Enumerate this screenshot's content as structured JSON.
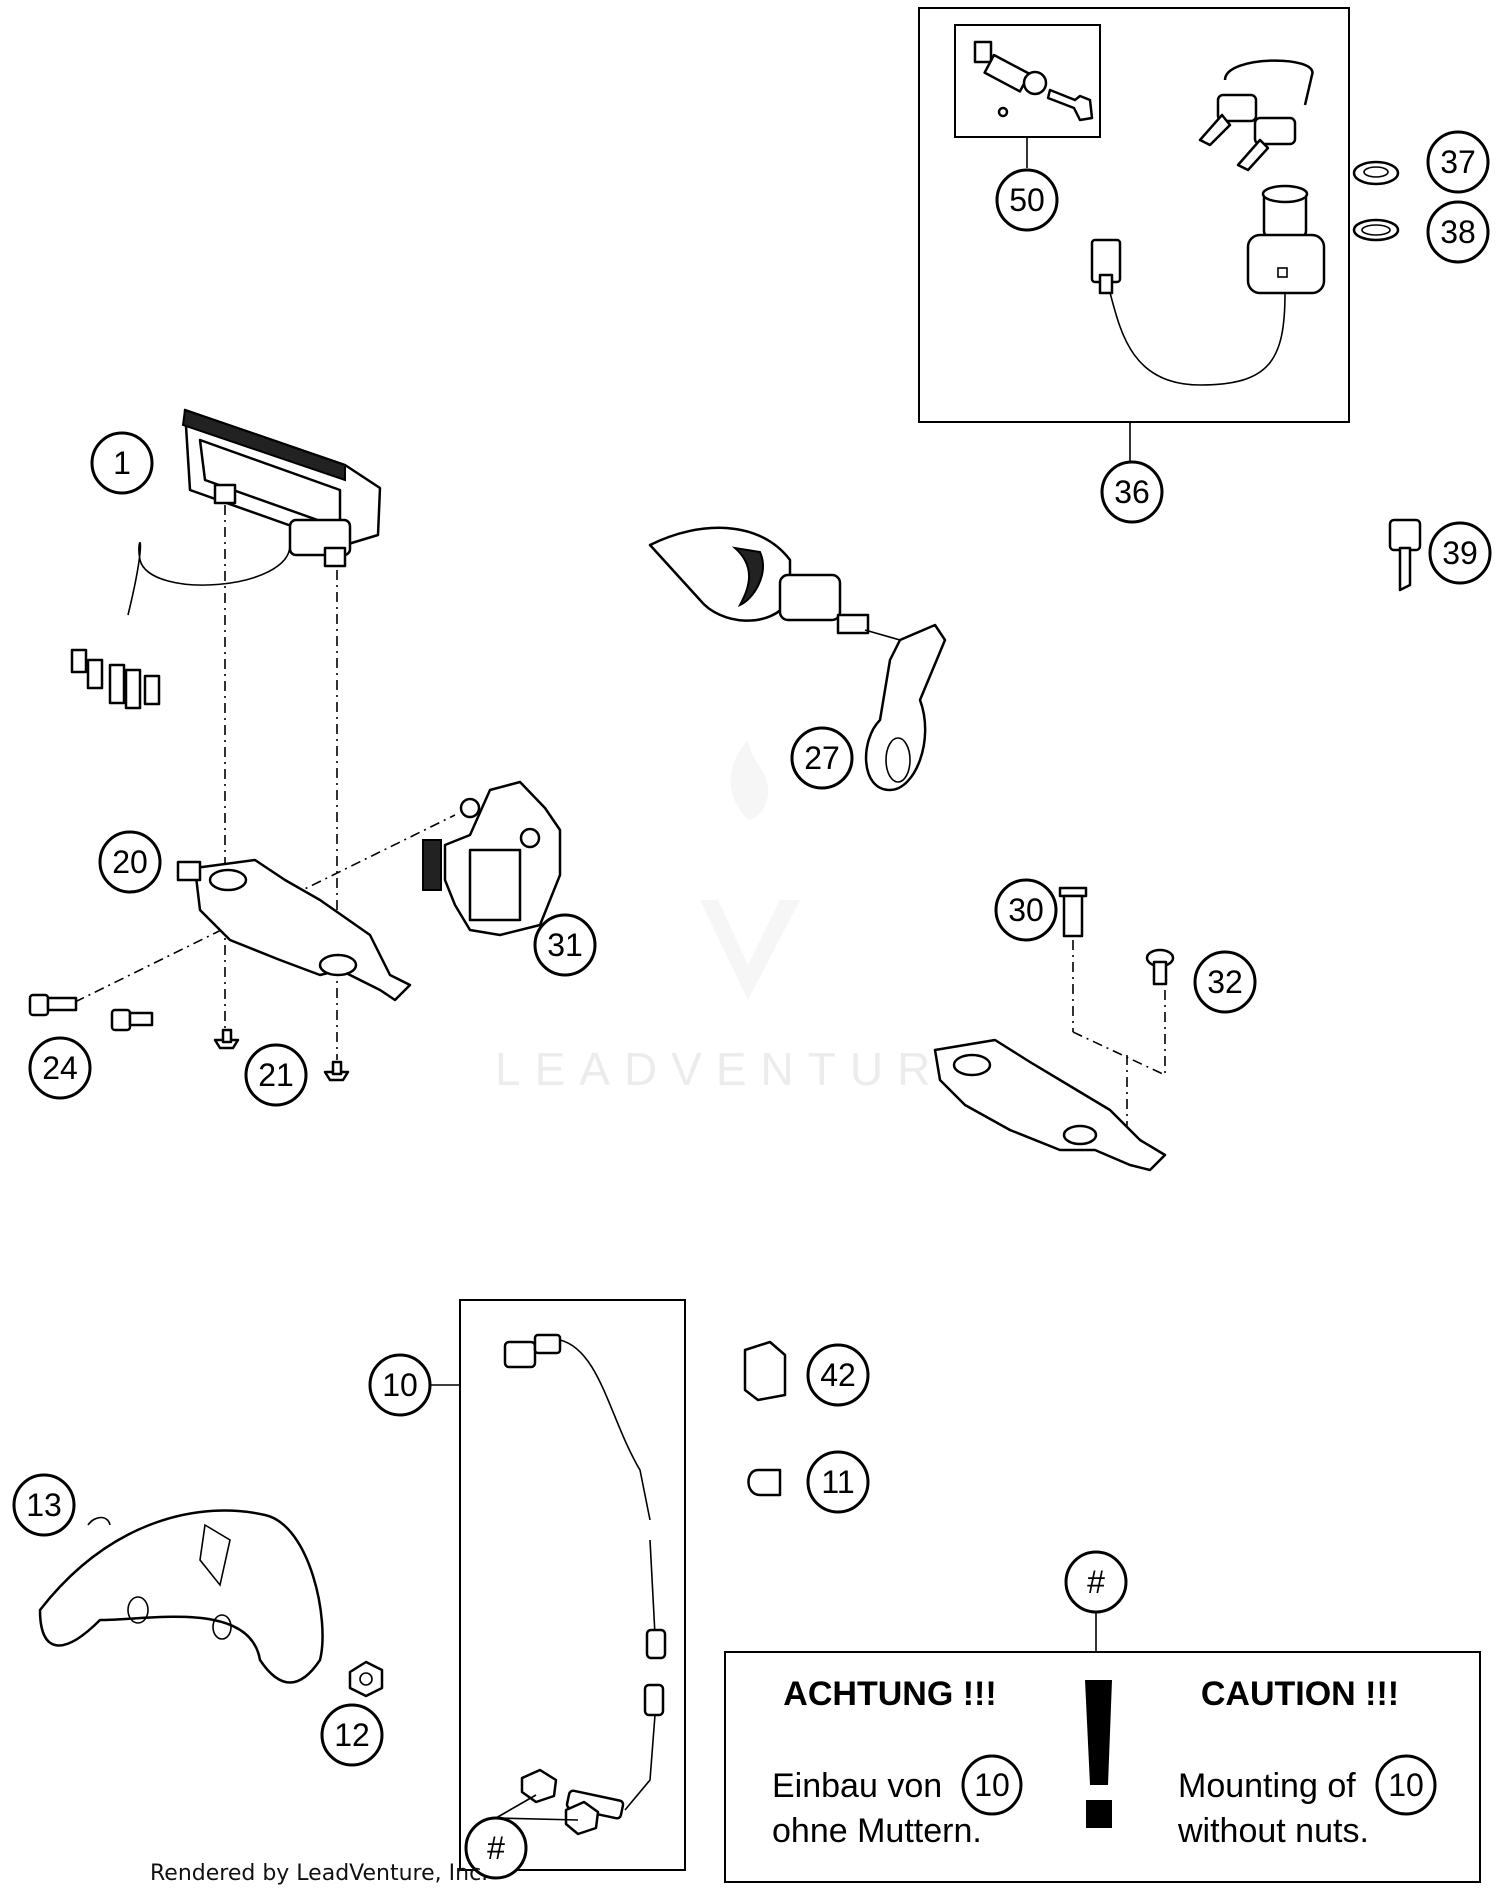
{
  "callouts": {
    "c1": "1",
    "c10": "10",
    "c11": "11",
    "c12": "12",
    "c13": "13",
    "c20": "20",
    "c21": "21",
    "c24": "24",
    "c27": "27",
    "c30": "30",
    "c31": "31",
    "c32": "32",
    "c36": "36",
    "c37": "37",
    "c38": "38",
    "c39": "39",
    "c42": "42",
    "c50": "50",
    "hash_top": "#",
    "hash_bottom": "#"
  },
  "caution_box": {
    "left_title": "ACHTUNG !!!",
    "left_line1": "Einbau von",
    "left_ref": "10",
    "left_line2": "ohne Muttern.",
    "right_title": "CAUTION !!!",
    "right_line1": "Mounting of",
    "right_ref": "10",
    "right_line2": "without nuts."
  },
  "credit": "Rendered by LeadVenture, Inc.",
  "watermark": "LEADVENTURE"
}
